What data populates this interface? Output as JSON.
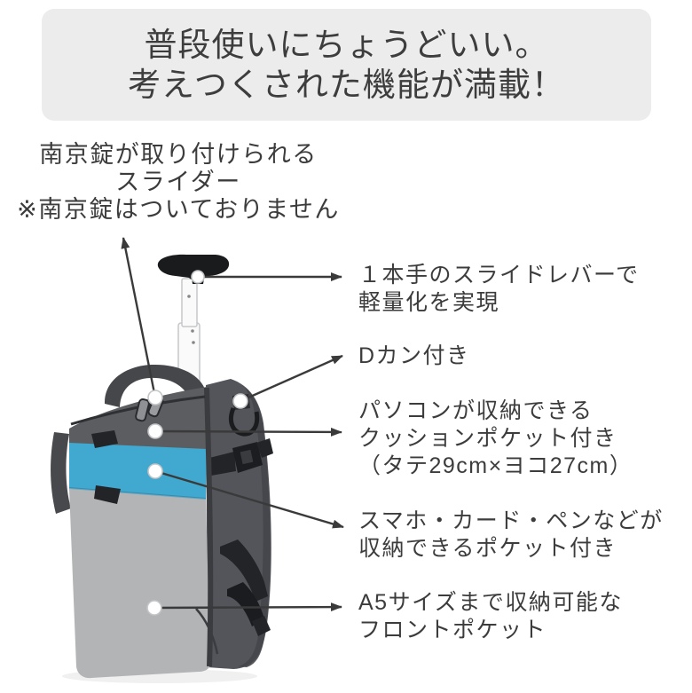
{
  "header": {
    "line1": "普段使いにちょうどいい。",
    "line2": "考えつくされた機能が満載！"
  },
  "callouts": {
    "padlock_slider": {
      "line1": "南京錠が取り付けられる",
      "line2": "スライダー",
      "line3": "※南京錠はついておりません"
    },
    "slide_lever": {
      "line1": "１本手のスライドレバーで",
      "line2": "軽量化を実現"
    },
    "d_ring": {
      "line1": "Dカン付き"
    },
    "cushion_pocket": {
      "line1": "パソコンが収納できる",
      "line2": "クッションポケット付き",
      "line3": "（タテ29cm×ヨコ27cm）"
    },
    "organizer_pocket": {
      "line1": "スマホ・カード・ペンなどが",
      "line2": "収納できるポケット付き"
    },
    "front_pocket": {
      "line1": "A5サイズまで収納可能な",
      "line2": "フロントポケット"
    }
  },
  "colors": {
    "background": "#ffffff",
    "header_bg": "#ececec",
    "text": "#3c3c3c",
    "arrow": "#3a3a3a",
    "marker_fill": "#ffffff",
    "marker_stroke": "#c4c5c7",
    "bag_dark_gray": "#5c5d61",
    "bag_side_gray": "#54555a",
    "bag_light_gray": "#b3b4b6",
    "bag_blue": "#41a8cf",
    "strap_black": "#232427",
    "handle_dark": "#46474b",
    "pole_white": "#fafafa"
  }
}
